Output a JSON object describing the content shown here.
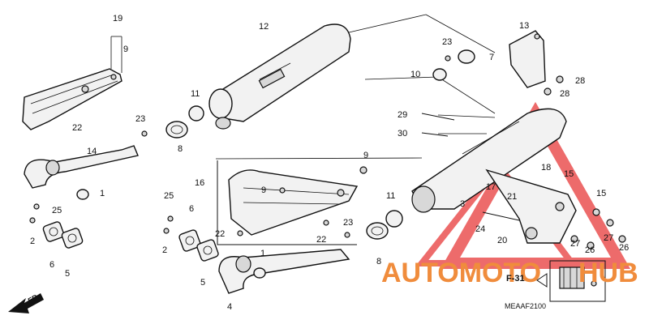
{
  "callouts": [
    {
      "id": "c19a",
      "text": "19"
    },
    {
      "id": "c9a",
      "text": "9"
    },
    {
      "id": "c22a",
      "text": "22"
    },
    {
      "id": "c12",
      "text": "12"
    },
    {
      "id": "c11a",
      "text": "11"
    },
    {
      "id": "c23a",
      "text": "23"
    },
    {
      "id": "c8a",
      "text": "8"
    },
    {
      "id": "c14",
      "text": "14"
    },
    {
      "id": "c1a",
      "text": "1"
    },
    {
      "id": "c25a",
      "text": "25"
    },
    {
      "id": "c2a",
      "text": "2"
    },
    {
      "id": "c6a",
      "text": "6"
    },
    {
      "id": "c5a",
      "text": "5"
    },
    {
      "id": "c16",
      "text": "16"
    },
    {
      "id": "c9b",
      "text": "9"
    },
    {
      "id": "c9c",
      "text": "9"
    },
    {
      "id": "c22b",
      "text": "22"
    },
    {
      "id": "c25b",
      "text": "25"
    },
    {
      "id": "c6b",
      "text": "6"
    },
    {
      "id": "c2b",
      "text": "2"
    },
    {
      "id": "c22c",
      "text": "22"
    },
    {
      "id": "c5b",
      "text": "5"
    },
    {
      "id": "c1b",
      "text": "1"
    },
    {
      "id": "c4",
      "text": "4"
    },
    {
      "id": "c23b",
      "text": "23"
    },
    {
      "id": "c11b",
      "text": "11"
    },
    {
      "id": "c8b",
      "text": "8"
    },
    {
      "id": "c23c",
      "text": "23"
    },
    {
      "id": "c7",
      "text": "7"
    },
    {
      "id": "c10",
      "text": "10"
    },
    {
      "id": "c13",
      "text": "13"
    },
    {
      "id": "c28a",
      "text": "28"
    },
    {
      "id": "c28b",
      "text": "28"
    },
    {
      "id": "c29",
      "text": "29"
    },
    {
      "id": "c30",
      "text": "30"
    },
    {
      "id": "c3",
      "text": "3"
    },
    {
      "id": "c17",
      "text": "17"
    },
    {
      "id": "c21",
      "text": "21"
    },
    {
      "id": "c18",
      "text": "18"
    },
    {
      "id": "c15a",
      "text": "15"
    },
    {
      "id": "c15b",
      "text": "15"
    },
    {
      "id": "c24",
      "text": "24"
    },
    {
      "id": "c20",
      "text": "20"
    },
    {
      "id": "c27a",
      "text": "27"
    },
    {
      "id": "c26a",
      "text": "26"
    },
    {
      "id": "c27b",
      "text": "27"
    },
    {
      "id": "c26b",
      "text": "26"
    }
  ],
  "reference_label": "F-31",
  "diagram_code": "MEAAF2100",
  "front_label": "FR.",
  "watermark": {
    "part1": "AUTOMOTO",
    "part2": "HUB",
    "color": "#f08c3c",
    "triangle_color": "#e83a3a"
  }
}
